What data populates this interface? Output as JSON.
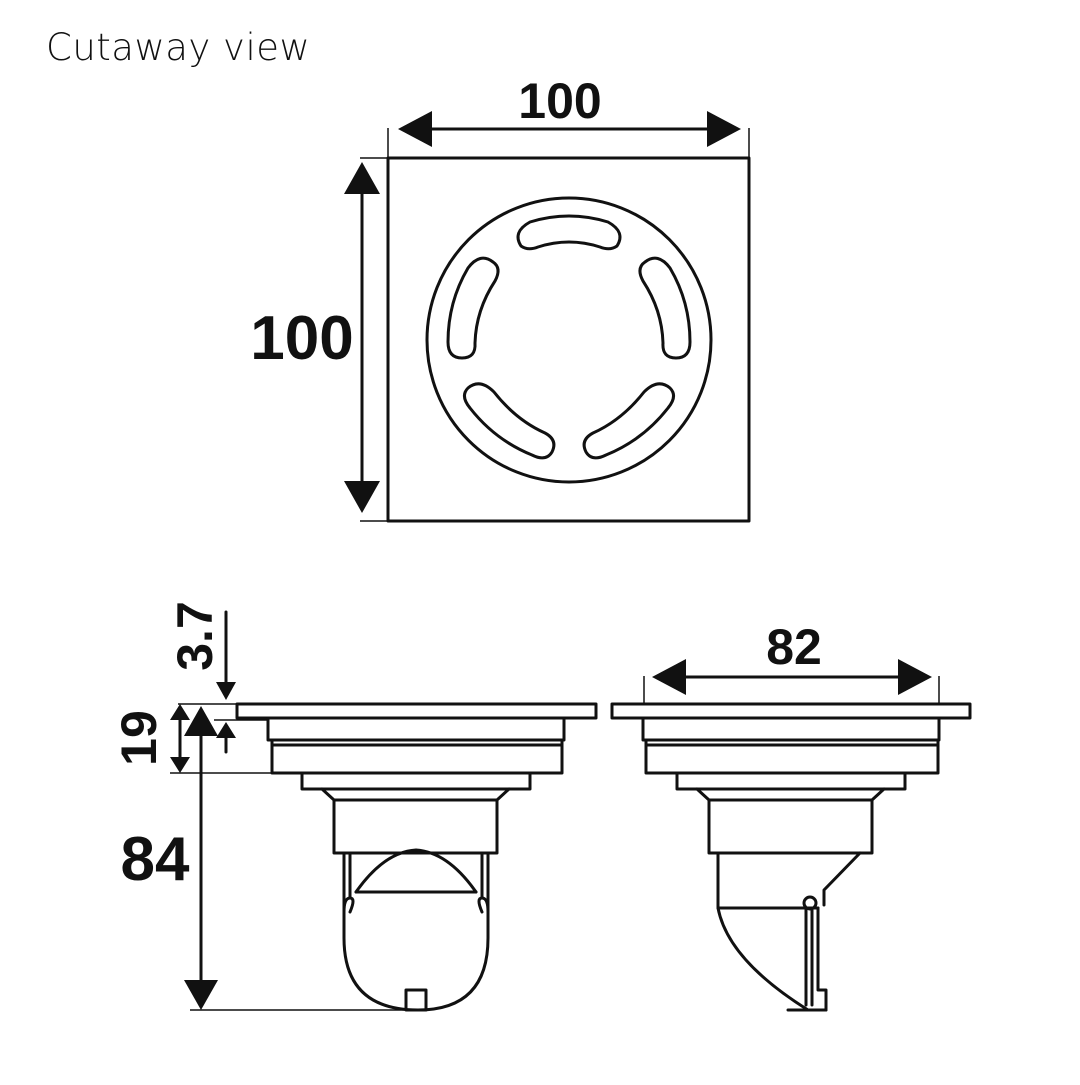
{
  "title": "Cutaway view",
  "colors": {
    "line": "#111111",
    "background": "#ffffff"
  },
  "dimensions": {
    "top_width": "100",
    "top_height": "100",
    "flange_thickness": "3.7",
    "body_height": "19",
    "total_depth": "84",
    "side_width": "82"
  }
}
